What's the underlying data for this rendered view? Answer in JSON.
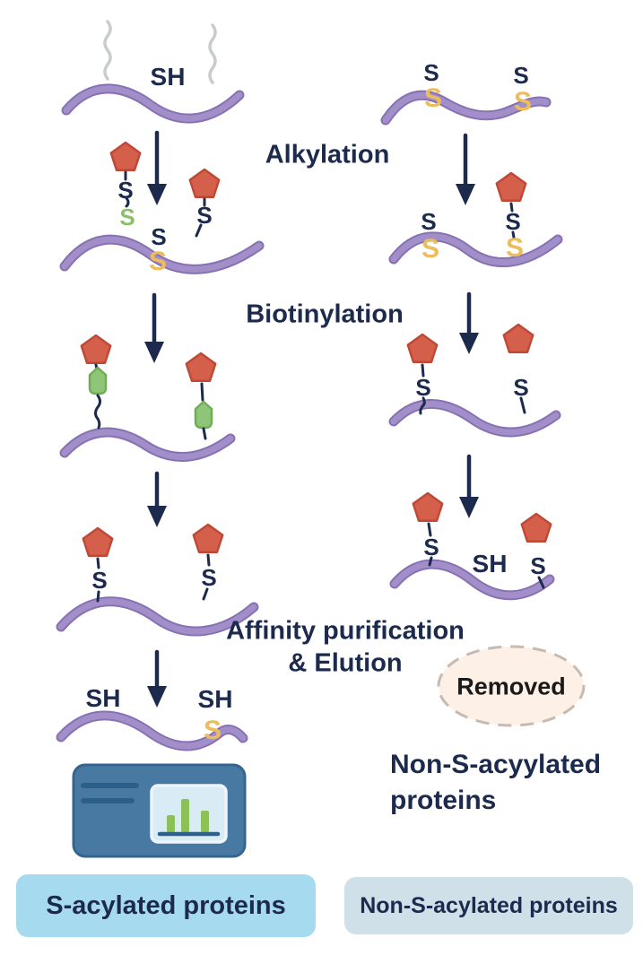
{
  "diagram": {
    "steps": {
      "alkylation": "Alkylation",
      "biotinylation": "Biotinylation",
      "affinity_line1": "Affinity purification",
      "affinity_line2": "& Elution"
    },
    "glyphs": {
      "s": "S",
      "sh": "SH"
    },
    "removed_label": "Removed",
    "nonacylated_line1": "Non-S-acyylated",
    "nonacylated_line2": "proteins",
    "footer": {
      "left_badge": "S-acylated proteins",
      "right_badge": "Non-S-acylated proteins"
    },
    "icons": {
      "protein": "purple-protein-ribbon",
      "acyl_chain": "gray-lipid-chain",
      "alkyl_blocker": "red-pentagon",
      "biotin_tag": "green-biotin-tag",
      "arrow": "navy-down-arrow",
      "removed_bubble": "dashed-peach-ellipse",
      "readout": "ms-readout-panel-with-bar-chart"
    },
    "colors": {
      "navy": "#1c2b4d",
      "purple": "#a28fc9",
      "purple_dark": "#8671b3",
      "red": "#d4604b",
      "red_border": "#bf4936",
      "green_tag": "#8fc578",
      "green_tag_border": "#6fae56",
      "green_s": "#8abf6c",
      "yellow_s": "#ecbd5a",
      "gray_chain": "#c8ccce",
      "removed_fill": "#fdf0e7",
      "removed_border": "#c9bab0",
      "instrument_body": "#4779a2",
      "instrument_border": "#33658e",
      "instrument_lines": "#2c5f8a",
      "screen": "#d9ecf6",
      "bar_green": "#8cc157",
      "badge_left_bg": "#a5daef",
      "badge_right_bg": "#cfe0e9"
    },
    "readout_bars_rel": [
      0.5,
      1.0,
      0.64
    ]
  }
}
